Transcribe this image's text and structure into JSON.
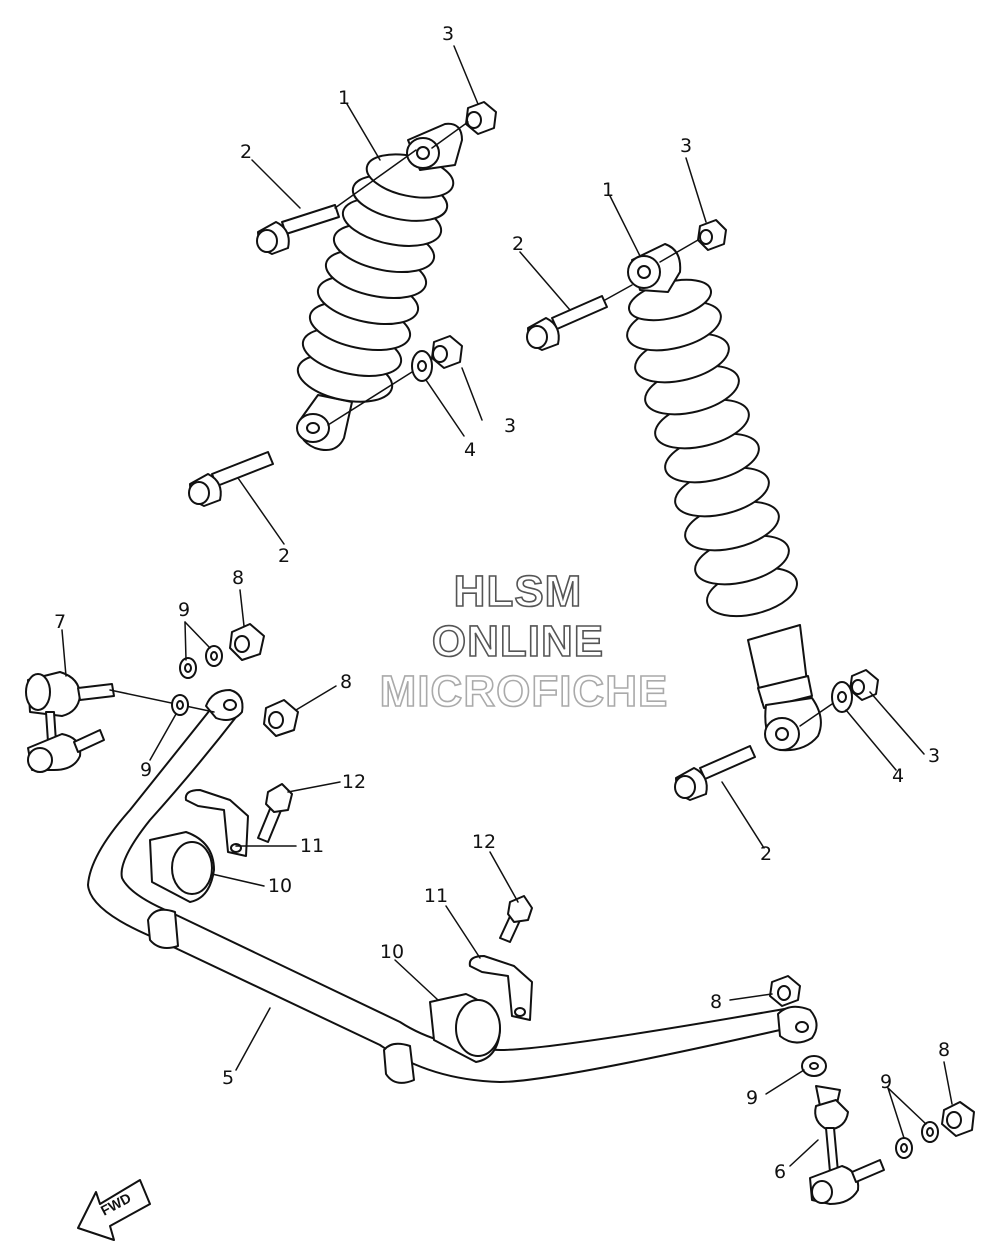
{
  "watermark": {
    "line1": "HLSM",
    "line2": "ONLINE",
    "line3": "MICROFICHE"
  },
  "direction_label": "FWD",
  "callouts": {
    "c1a": "1",
    "c1b": "1",
    "c2a": "2",
    "c2b": "2",
    "c2c": "2",
    "c2d": "2",
    "c3a": "3",
    "c3b": "3",
    "c3c": "3",
    "c3d": "3",
    "c4a": "4",
    "c4b": "4",
    "c5": "5",
    "c6": "6",
    "c7": "7",
    "c8a": "8",
    "c8b": "8",
    "c8c": "8",
    "c8d": "8",
    "c9a": "9",
    "c9b": "9",
    "c9c": "9",
    "c9d": "9",
    "c10a": "10",
    "c10b": "10",
    "c11a": "11",
    "c11b": "11",
    "c12a": "12",
    "c12b": "12"
  }
}
